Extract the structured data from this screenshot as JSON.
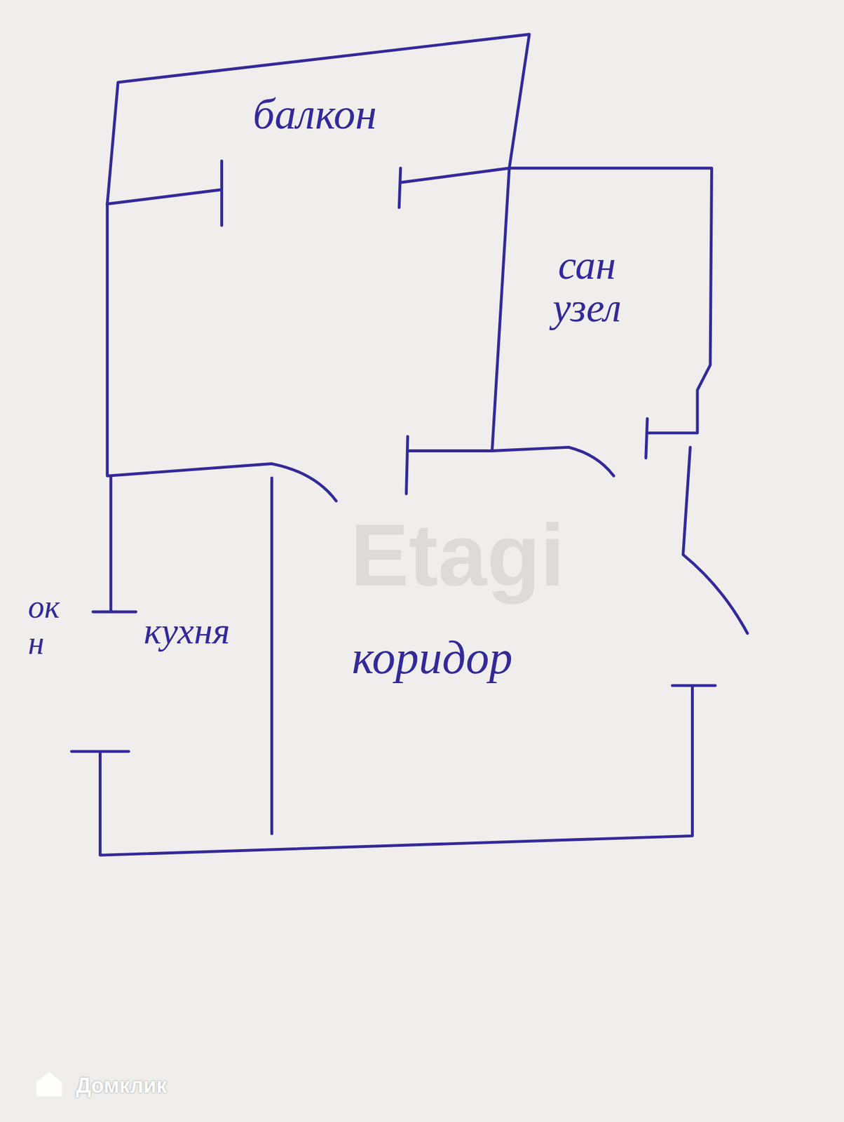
{
  "diagram": {
    "nodes": [
      {
        "text": [
          "балкон"
        ]
      },
      {
        "text": [
          "сан узел"
        ]
      },
      {
        "text": [
          "кухня"
        ]
      },
      {
        "text": [
          "коридор"
        ]
      }
    ],
    "labels": [
      "окн",
      "Etagi",
      "Домклик"
    ]
  }
}
